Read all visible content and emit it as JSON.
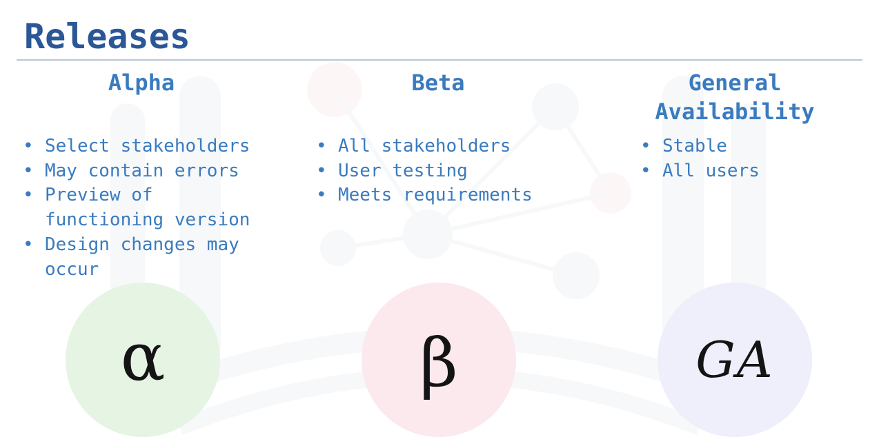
{
  "slide": {
    "title": "Releases"
  },
  "columns": [
    {
      "heading": [
        "Alpha"
      ],
      "bullets": [
        [
          "Select stakeholders"
        ],
        [
          "May contain errors"
        ],
        [
          "Preview of",
          "functioning version"
        ],
        [
          "Design changes may",
          "occur"
        ]
      ],
      "symbol": "α",
      "circle_color": "#e6f4e4"
    },
    {
      "heading": [
        "Beta"
      ],
      "bullets": [
        [
          "All stakeholders"
        ],
        [
          "User testing"
        ],
        [
          "Meets requirements"
        ]
      ],
      "symbol": "β",
      "circle_color": "#fbe9ee"
    },
    {
      "heading": [
        "General",
        "Availability"
      ],
      "bullets": [
        [
          "Stable"
        ],
        [
          "All users"
        ]
      ],
      "symbol": "GA",
      "circle_color": "#efeefb"
    }
  ],
  "colors": {
    "title": "#2b5796",
    "accent": "#3a7bbf",
    "rule": "#b9c7d8"
  }
}
